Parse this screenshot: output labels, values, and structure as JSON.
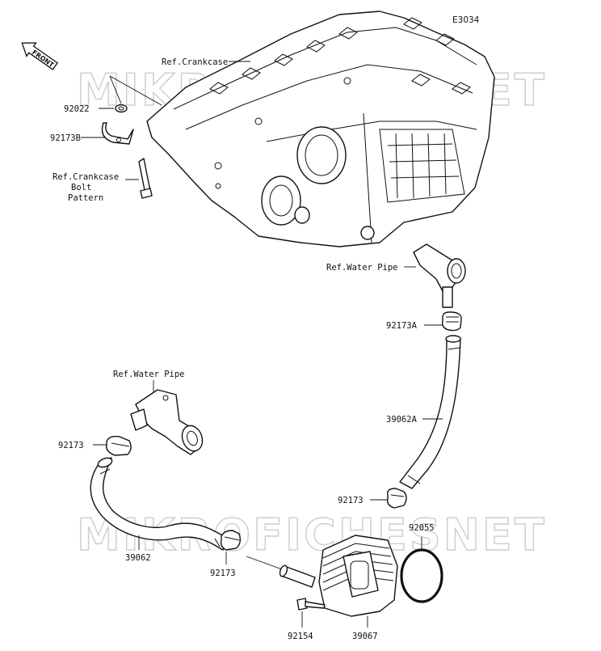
{
  "diagram_code": "E3034",
  "front_arrow_label": "FRONT",
  "watermark": "MIKROFICHESNET",
  "refs": {
    "crankcase": "Ref.Crankcase",
    "crankcase_bolt_line1": "Ref.Crankcase",
    "crankcase_bolt_line2": "Bolt",
    "crankcase_bolt_line3": "Pattern",
    "water_pipe_right": "Ref.Water Pipe",
    "water_pipe_left": "Ref.Water Pipe"
  },
  "parts": {
    "p92022": "92022",
    "p92173B": "92173B",
    "p92173A": "92173A",
    "p39062A": "39062A",
    "p92173_left": "92173",
    "p39062": "39062",
    "p92173_lower": "92173",
    "p92173_mid": "92173",
    "p92055": "92055",
    "p92154": "92154",
    "p39067": "39067"
  }
}
